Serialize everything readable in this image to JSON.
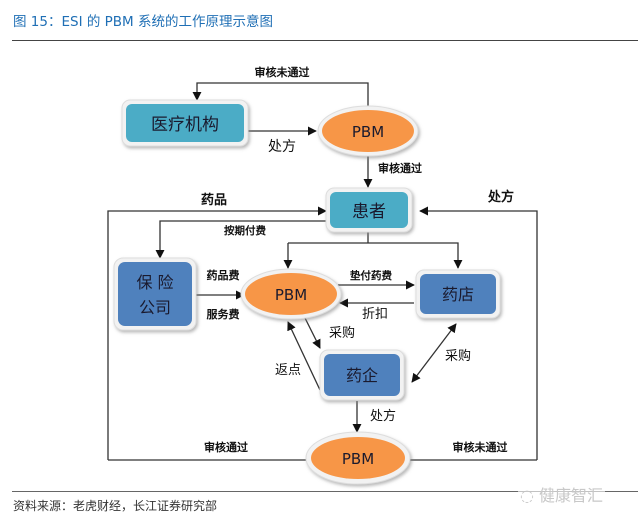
{
  "title": "图 15：ESI 的 PBM 系统的工作原理示意图",
  "source": "资料来源：老虎财经，长江证券研究部",
  "watermark": "健康智汇",
  "watermark_icon": "wechat-icon",
  "colors": {
    "title_blue": "#1f6fb5",
    "teal_node": "#4bacc6",
    "blue_node": "#4f81bd",
    "orange_node": "#f79646",
    "line": "#333333"
  },
  "nodes": {
    "medical": "医疗机构",
    "pbm_top": "PBM",
    "patient": "患者",
    "insurer_line1": "保 险",
    "insurer_line2": "公司",
    "pbm_mid": "PBM",
    "pharmacy": "药店",
    "pharma": "药企",
    "pbm_bottom": "PBM"
  },
  "edges": {
    "top_reject": "审核未通过",
    "prescription_1": "处方",
    "approve_1": "审核通过",
    "drugs": "药品",
    "prescription_right": "处方",
    "periodic_pay": "按期付费",
    "drug_fee": "药品费",
    "service_fee": "服务费",
    "advance_fee": "垫付药费",
    "discount": "折扣",
    "purchase_1": "采购",
    "rebate": "返点",
    "purchase_2": "采购",
    "prescription_2": "处方",
    "approve_bottom": "审核通过",
    "reject_bottom": "审核未通过"
  }
}
